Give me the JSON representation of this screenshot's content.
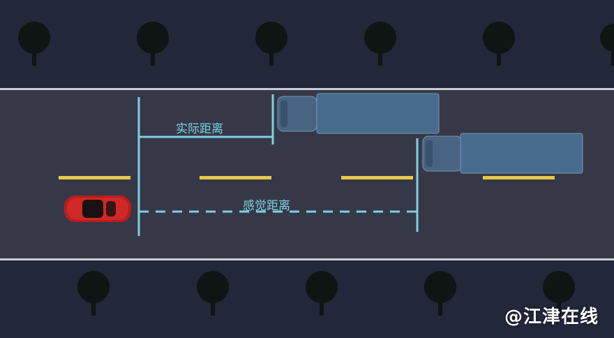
{
  "labels": {
    "actual_distance": "实际距离",
    "perceived_distance": "感觉距离"
  },
  "watermark": "@江津在线",
  "colors": {
    "background": "#1f2433",
    "road": "#383a4a",
    "road_edge": "#c9ccd6",
    "lane_marking": "#e8c84a",
    "measure_line": "#7fd0e0",
    "car": "#c8201f",
    "truck": "#5c8fb8",
    "tree": "#111613"
  },
  "icons": [
    "tree-icon",
    "car-icon",
    "truck-icon"
  ]
}
